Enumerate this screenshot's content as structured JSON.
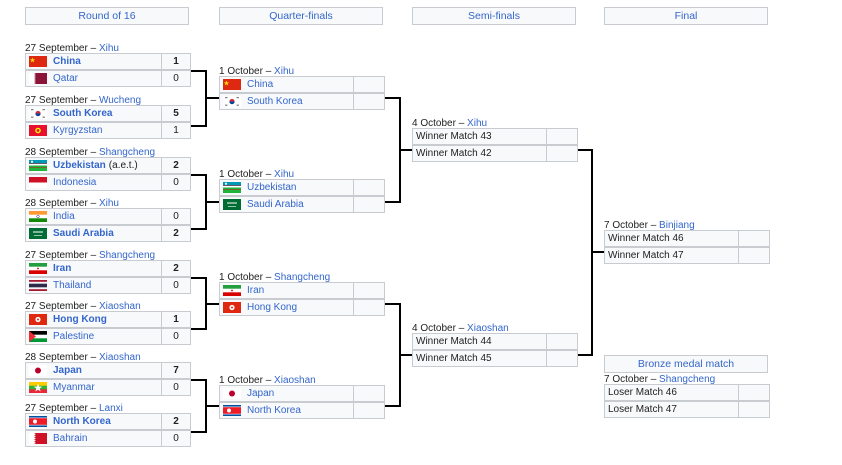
{
  "headers": {
    "r16": "Round of 16",
    "qf": "Quarter-finals",
    "sf": "Semi-finals",
    "final": "Final",
    "bronze": "Bronze medal match"
  },
  "r16": [
    {
      "date": "27 September",
      "venue": "Xihu",
      "t1": {
        "name": "China",
        "score": "1",
        "win": true,
        "flag": "china-flag"
      },
      "t2": {
        "name": "Qatar",
        "score": "0",
        "win": false,
        "flag": "qatar-flag"
      }
    },
    {
      "date": "27 September",
      "venue": "Wucheng",
      "t1": {
        "name": "South Korea",
        "score": "5",
        "win": true,
        "flag": "south-korea-flag"
      },
      "t2": {
        "name": "Kyrgyzstan",
        "score": "1",
        "win": false,
        "flag": "kyrgyzstan-flag"
      }
    },
    {
      "date": "28 September",
      "venue": "Shangcheng",
      "t1": {
        "name": "Uzbekistan",
        "note": "(a.e.t.)",
        "score": "2",
        "win": true,
        "flag": "uzbekistan-flag"
      },
      "t2": {
        "name": "Indonesia",
        "score": "0",
        "win": false,
        "flag": "indonesia-flag"
      }
    },
    {
      "date": "28 September",
      "venue": "Xihu",
      "t1": {
        "name": "India",
        "score": "0",
        "win": false,
        "flag": "india-flag"
      },
      "t2": {
        "name": "Saudi Arabia",
        "score": "2",
        "win": true,
        "flag": "saudi-arabia-flag"
      }
    },
    {
      "date": "27 September",
      "venue": "Shangcheng",
      "t1": {
        "name": "Iran",
        "score": "2",
        "win": true,
        "flag": "iran-flag"
      },
      "t2": {
        "name": "Thailand",
        "score": "0",
        "win": false,
        "flag": "thailand-flag"
      }
    },
    {
      "date": "27 September",
      "venue": "Xiaoshan",
      "t1": {
        "name": "Hong Kong",
        "score": "1",
        "win": true,
        "flag": "hong-kong-flag"
      },
      "t2": {
        "name": "Palestine",
        "score": "0",
        "win": false,
        "flag": "palestine-flag"
      }
    },
    {
      "date": "28 September",
      "venue": "Xiaoshan",
      "t1": {
        "name": "Japan",
        "score": "7",
        "win": true,
        "flag": "japan-flag"
      },
      "t2": {
        "name": "Myanmar",
        "score": "0",
        "win": false,
        "flag": "myanmar-flag"
      }
    },
    {
      "date": "27 September",
      "venue": "Lanxi",
      "t1": {
        "name": "North Korea",
        "score": "2",
        "win": true,
        "flag": "north-korea-flag"
      },
      "t2": {
        "name": "Bahrain",
        "score": "0",
        "win": false,
        "flag": "bahrain-flag"
      }
    }
  ],
  "qf": [
    {
      "date": "1 October",
      "venue": "Xihu",
      "t1": {
        "name": "China",
        "score": "",
        "flag": "china-flag"
      },
      "t2": {
        "name": "South Korea",
        "score": "",
        "flag": "south-korea-flag"
      }
    },
    {
      "date": "1 October",
      "venue": "Xihu",
      "t1": {
        "name": "Uzbekistan",
        "score": "",
        "flag": "uzbekistan-flag"
      },
      "t2": {
        "name": "Saudi Arabia",
        "score": "",
        "flag": "saudi-arabia-flag"
      }
    },
    {
      "date": "1 October",
      "venue": "Shangcheng",
      "t1": {
        "name": "Iran",
        "score": "",
        "flag": "iran-flag"
      },
      "t2": {
        "name": "Hong Kong",
        "score": "",
        "flag": "hong-kong-flag"
      }
    },
    {
      "date": "1 October",
      "venue": "Xiaoshan",
      "t1": {
        "name": "Japan",
        "score": "",
        "flag": "japan-flag"
      },
      "t2": {
        "name": "North Korea",
        "score": "",
        "flag": "north-korea-flag"
      }
    }
  ],
  "sf": [
    {
      "date": "4 October",
      "venue": "Xihu",
      "t1": {
        "name": "Winner Match 43",
        "score": ""
      },
      "t2": {
        "name": "Winner Match 42",
        "score": ""
      }
    },
    {
      "date": "4 October",
      "venue": "Xiaoshan",
      "t1": {
        "name": "Winner Match 44",
        "score": ""
      },
      "t2": {
        "name": "Winner Match 45",
        "score": ""
      }
    }
  ],
  "final": {
    "date": "7 October",
    "venue": "Binjiang",
    "t1": {
      "name": "Winner Match 46",
      "score": ""
    },
    "t2": {
      "name": "Winner Match 47",
      "score": ""
    }
  },
  "bronze": {
    "date": "7 October",
    "venue": "Shangcheng",
    "t1": {
      "name": "Loser Match 46",
      "score": ""
    },
    "t2": {
      "name": "Loser Match 47",
      "score": ""
    }
  },
  "colors": {
    "link": "#3366cc",
    "border": "#c8ccd1",
    "cell_bg": "#f8f9fa"
  }
}
